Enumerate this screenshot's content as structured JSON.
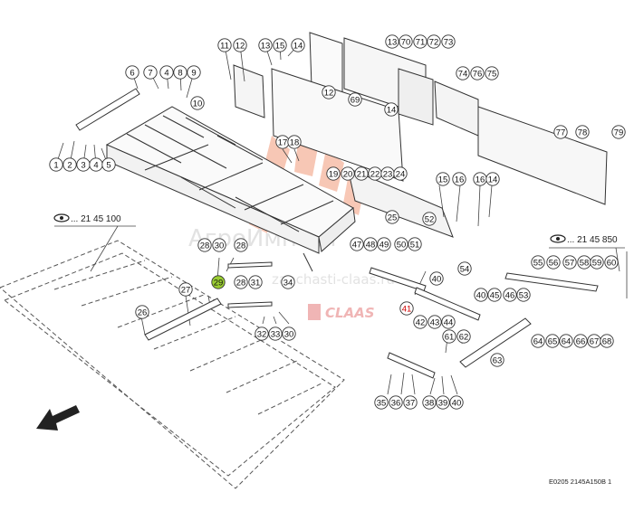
{
  "diagram": {
    "reference_code": "E0205 2145A150B 1",
    "cross_references": [
      {
        "id": "ref-left",
        "text": "... 21 45 100"
      },
      {
        "id": "ref-right",
        "text": "... 21 45 850"
      }
    ],
    "watermark": {
      "text_top": "АгроИмпорт",
      "text_site": "zapchasti-claas.ru",
      "text_brand": "CLAAS"
    },
    "colors": {
      "highlight_green": "#9acd32",
      "highlight_red": "#cc0000",
      "line": "#333333",
      "watermark": "#f0a080"
    },
    "callouts": [
      {
        "n": "1",
        "highlight": ""
      },
      {
        "n": "2",
        "highlight": ""
      },
      {
        "n": "3",
        "highlight": ""
      },
      {
        "n": "4",
        "highlight": ""
      },
      {
        "n": "5",
        "highlight": ""
      },
      {
        "n": "6",
        "highlight": ""
      },
      {
        "n": "7",
        "highlight": ""
      },
      {
        "n": "4",
        "highlight": ""
      },
      {
        "n": "8",
        "highlight": ""
      },
      {
        "n": "9",
        "highlight": ""
      },
      {
        "n": "10",
        "highlight": ""
      },
      {
        "n": "11",
        "highlight": ""
      },
      {
        "n": "12",
        "highlight": ""
      },
      {
        "n": "13",
        "highlight": ""
      },
      {
        "n": "15",
        "highlight": ""
      },
      {
        "n": "14",
        "highlight": ""
      },
      {
        "n": "12",
        "highlight": ""
      },
      {
        "n": "13",
        "highlight": ""
      },
      {
        "n": "70",
        "highlight": ""
      },
      {
        "n": "71",
        "highlight": ""
      },
      {
        "n": "72",
        "highlight": ""
      },
      {
        "n": "73",
        "highlight": ""
      },
      {
        "n": "69",
        "highlight": ""
      },
      {
        "n": "14",
        "highlight": ""
      },
      {
        "n": "74",
        "highlight": ""
      },
      {
        "n": "76",
        "highlight": ""
      },
      {
        "n": "75",
        "highlight": ""
      },
      {
        "n": "77",
        "highlight": ""
      },
      {
        "n": "78",
        "highlight": ""
      },
      {
        "n": "79",
        "highlight": ""
      },
      {
        "n": "17",
        "highlight": ""
      },
      {
        "n": "18",
        "highlight": ""
      },
      {
        "n": "19",
        "highlight": ""
      },
      {
        "n": "20",
        "highlight": ""
      },
      {
        "n": "21",
        "highlight": ""
      },
      {
        "n": "22",
        "highlight": ""
      },
      {
        "n": "23",
        "highlight": ""
      },
      {
        "n": "24",
        "highlight": ""
      },
      {
        "n": "15",
        "highlight": ""
      },
      {
        "n": "16",
        "highlight": ""
      },
      {
        "n": "16",
        "highlight": ""
      },
      {
        "n": "14",
        "highlight": ""
      },
      {
        "n": "25",
        "highlight": ""
      },
      {
        "n": "52",
        "highlight": ""
      },
      {
        "n": "28",
        "highlight": ""
      },
      {
        "n": "30",
        "highlight": ""
      },
      {
        "n": "28",
        "highlight": ""
      },
      {
        "n": "47",
        "highlight": ""
      },
      {
        "n": "48",
        "highlight": ""
      },
      {
        "n": "49",
        "highlight": ""
      },
      {
        "n": "50",
        "highlight": ""
      },
      {
        "n": "51",
        "highlight": ""
      },
      {
        "n": "54",
        "highlight": ""
      },
      {
        "n": "29",
        "highlight": "green"
      },
      {
        "n": "27",
        "highlight": ""
      },
      {
        "n": "28",
        "highlight": ""
      },
      {
        "n": "31",
        "highlight": ""
      },
      {
        "n": "34",
        "highlight": ""
      },
      {
        "n": "40",
        "highlight": ""
      },
      {
        "n": "41",
        "highlight": "red"
      },
      {
        "n": "40",
        "highlight": ""
      },
      {
        "n": "45",
        "highlight": ""
      },
      {
        "n": "46",
        "highlight": ""
      },
      {
        "n": "53",
        "highlight": ""
      },
      {
        "n": "55",
        "highlight": ""
      },
      {
        "n": "56",
        "highlight": ""
      },
      {
        "n": "57",
        "highlight": ""
      },
      {
        "n": "58",
        "highlight": ""
      },
      {
        "n": "59",
        "highlight": ""
      },
      {
        "n": "60",
        "highlight": ""
      },
      {
        "n": "26",
        "highlight": ""
      },
      {
        "n": "42",
        "highlight": ""
      },
      {
        "n": "43",
        "highlight": ""
      },
      {
        "n": "44",
        "highlight": ""
      },
      {
        "n": "32",
        "highlight": ""
      },
      {
        "n": "33",
        "highlight": ""
      },
      {
        "n": "30",
        "highlight": ""
      },
      {
        "n": "61",
        "highlight": ""
      },
      {
        "n": "62",
        "highlight": ""
      },
      {
        "n": "64",
        "highlight": ""
      },
      {
        "n": "65",
        "highlight": ""
      },
      {
        "n": "64",
        "highlight": ""
      },
      {
        "n": "66",
        "highlight": ""
      },
      {
        "n": "67",
        "highlight": ""
      },
      {
        "n": "68",
        "highlight": ""
      },
      {
        "n": "63",
        "highlight": ""
      },
      {
        "n": "35",
        "highlight": ""
      },
      {
        "n": "36",
        "highlight": ""
      },
      {
        "n": "37",
        "highlight": ""
      },
      {
        "n": "38",
        "highlight": ""
      },
      {
        "n": "39",
        "highlight": ""
      },
      {
        "n": "40",
        "highlight": ""
      }
    ]
  }
}
